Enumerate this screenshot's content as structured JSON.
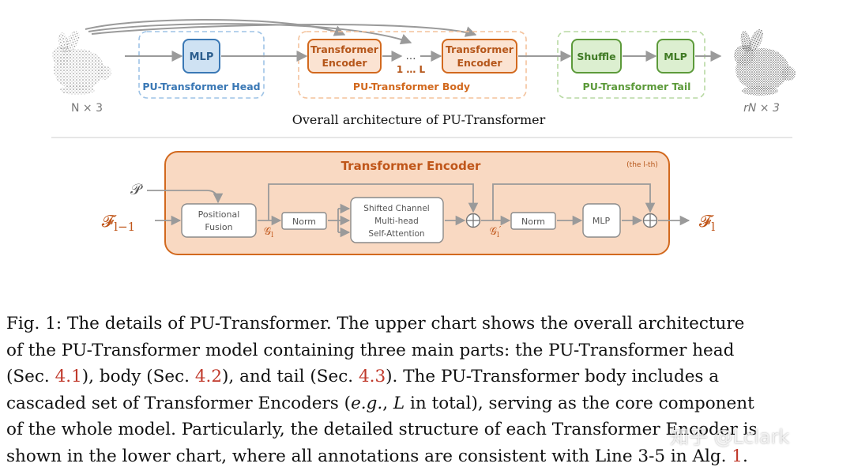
{
  "overall": {
    "input_dim": "N × 3",
    "output_dim": "rN × 3",
    "title": "Overall architecture of PU-Transformer",
    "head": {
      "block": "MLP",
      "label": "PU-Transformer Head"
    },
    "body": {
      "encoder_line1": "Transformer",
      "encoder_line2": "Encoder",
      "ellipsis": "…",
      "counter": "1 … L",
      "label": "PU-Transformer Body"
    },
    "tail": {
      "shuffle": "Shuffle",
      "mlp": "MLP",
      "label": "PU-Transformer Tail"
    }
  },
  "encoder_detail": {
    "title": "Transformer Encoder",
    "tag": "(the l-th)",
    "input_p": "𝒫",
    "input_f": "𝓕",
    "input_f_sub": "l−1",
    "positional_fusion": [
      "Positional",
      "Fusion"
    ],
    "g_label": "𝒢",
    "g_sub": "l",
    "g_prime_label": "𝒢",
    "g_prime_sub": "l",
    "g_prime_mark": "′",
    "norm1": "Norm",
    "attention": [
      "Shifted Channel",
      "Multi-head",
      "Self-Attention"
    ],
    "norm2": "Norm",
    "mlp": "MLP",
    "output_f": "𝓕",
    "output_f_sub": "l"
  },
  "caption": {
    "l1": "Fig. 1: The details of PU-Transformer. The upper chart shows the overall architecture",
    "l2": "of the PU-Transformer model containing three main parts: the PU-Transformer head",
    "l3a": "(Sec. ",
    "r1": "4.1",
    "l3b": "), body (Sec. ",
    "r2": "4.2",
    "l3c": "), and tail (Sec. ",
    "r3": "4.3",
    "l3d": "). The PU-Transformer body includes a",
    "l4a": "cascaded set of Transformer Encoders (",
    "eg": "e.g.",
    "l4b": ", ",
    "L": "L",
    "l4c": " in total), serving as the core component",
    "l5": "of the whole model. Particularly, the detailed structure of each Transformer Encoder is",
    "l6a": "shown in the lower chart, where all annotations are consistent with Line 3-5 in Alg. ",
    "r4": "1",
    "l6b": "."
  },
  "watermark": "知乎 @Lclark",
  "colors": {
    "head_blue": "#3a78b5",
    "body_orange": "#d2691e",
    "tail_green": "#5c9a3a",
    "encoder_fill": "#f9d9c2",
    "arrow_gray": "#9a9a9a"
  }
}
